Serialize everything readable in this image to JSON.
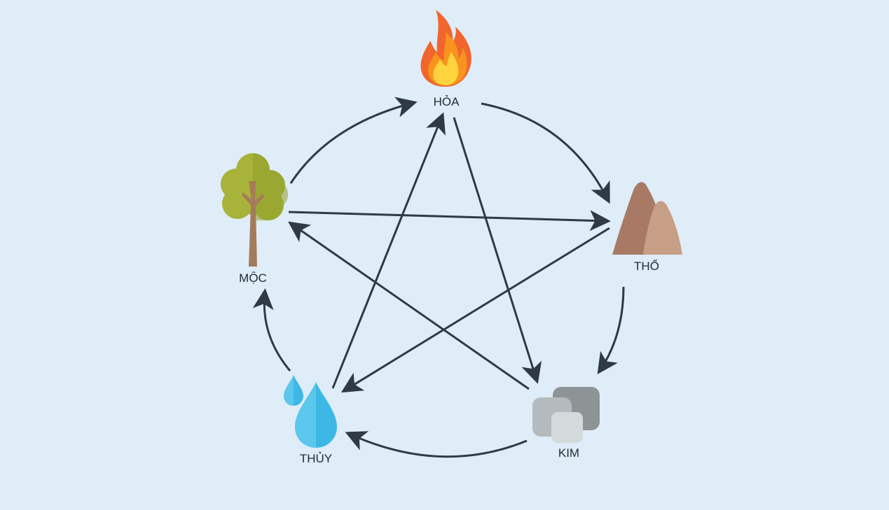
{
  "elements": {
    "hoa": {
      "label": "HỎA"
    },
    "tho": {
      "label": "THỔ"
    },
    "kim": {
      "label": "KIM"
    },
    "thuy": {
      "label": "THỦY"
    },
    "moc": {
      "label": "MỘC"
    }
  },
  "colors": {
    "background": "#dfedf8",
    "arrow": "#2f3a45",
    "flame_outer": "#f2652c",
    "flame_mid": "#f7931e",
    "flame_inner": "#ffd33d",
    "tree_crown": "#a7b339",
    "tree_crown_shade": "#8f9c2c",
    "tree_trunk": "#a57b5a",
    "mountain_dark": "#a87a66",
    "mountain_light": "#c79e86",
    "water": "#3db8e6",
    "water_light": "#6fd0f2",
    "metal_dark": "#8e9396",
    "metal_mid": "#b4babd",
    "metal_light": "#d4d9db"
  },
  "icons": {
    "hoa": "fire-icon",
    "tho": "mountain-icon",
    "kim": "metal-icon",
    "thuy": "water-drop-icon",
    "moc": "tree-icon"
  }
}
